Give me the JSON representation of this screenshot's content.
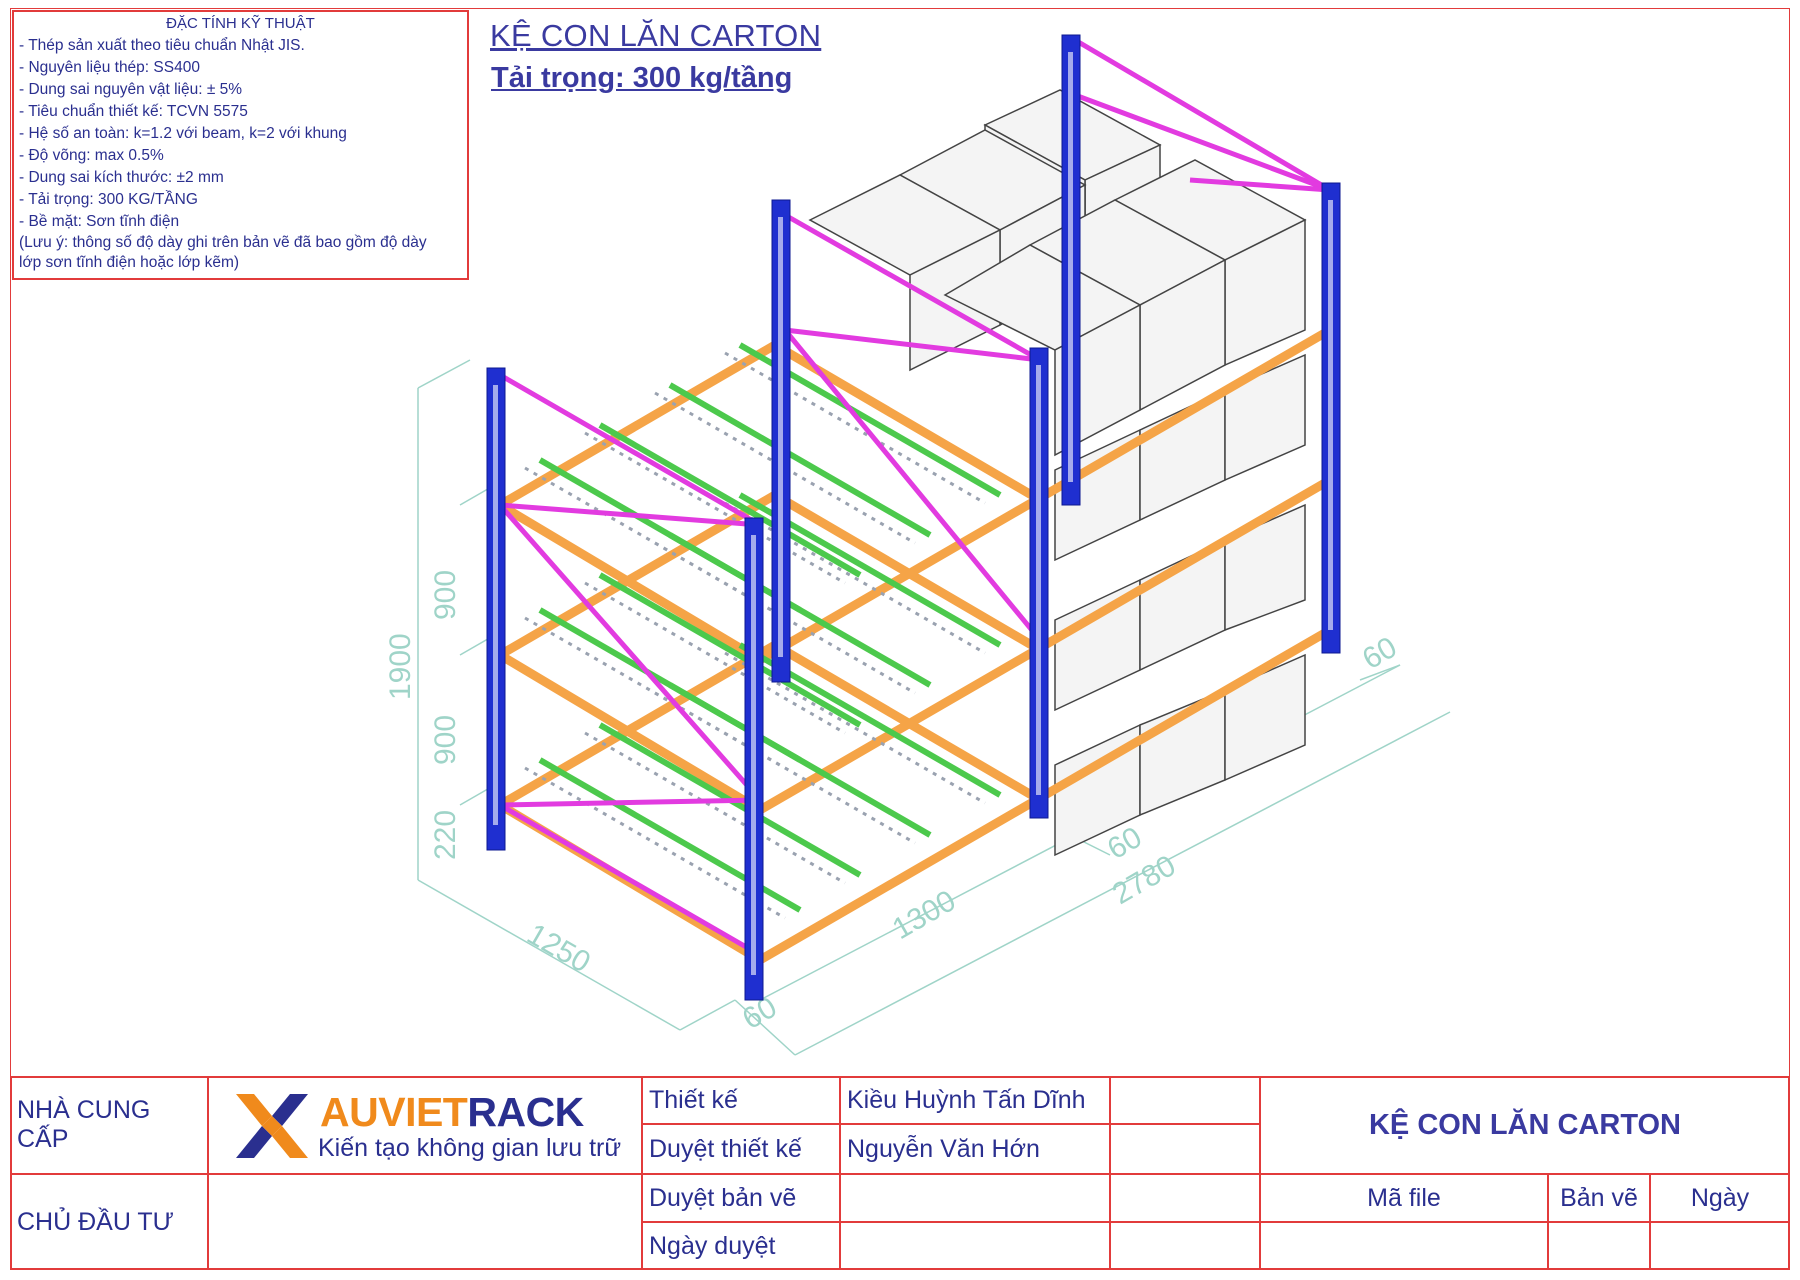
{
  "spec": {
    "title": "ĐẶC TÍNH KỸ THUẬT",
    "lines": [
      "- Thép sản xuất theo tiêu chuẩn Nhật JIS.",
      "- Nguyên liệu thép: SS400",
      "- Dung sai nguyên vật liệu: ± 5%",
      "- Tiêu chuẩn thiết kế: TCVN 5575",
      "- Hệ số an toàn: k=1.2 với beam, k=2 với khung",
      "- Độ võng: max 0.5%",
      "- Dung sai kích thước: ±2 mm",
      "- Tải trọng: 300 KG/TẦNG",
      "- Bề mặt: Sơn tĩnh điện"
    ],
    "note_1": "(Lưu ý: thông số độ dày ghi trên bản vẽ đã bao gồm độ dày",
    "note_2": "lớp sơn tĩnh điện hoặc lớp kẽm)"
  },
  "drawing": {
    "title": "KỆ CON LĂN CARTON",
    "load": "Tải trọng: 300 kg/tầng",
    "dims": {
      "total_height": "1900",
      "level_top": "900",
      "level_mid": "900",
      "level_bottom": "220",
      "depth": "1250",
      "bay_1": "1300",
      "bay_2": "1300",
      "post_a": "60",
      "post_b": "60",
      "post_c": "60",
      "total_length": "2780"
    },
    "colors": {
      "upright": "#1f2fd0",
      "brace": "#e23be0",
      "beam": "#f5a447",
      "roller": "#4cc94c",
      "dim": "#9fd4c8"
    }
  },
  "titleblock": {
    "supplier_label": "NHÀ CUNG CẤP",
    "owner_label": "CHỦ ĐẦU TƯ",
    "brand_a": "AUVIET",
    "brand_b": "RACK",
    "tagline": "Kiến tạo không gian lưu trữ",
    "design_label": "Thiết kế",
    "design_name": "Kiều Huỳnh Tấn Dĩnh",
    "review_label": "Duyệt thiết kế",
    "review_name": "Nguyễn Văn Hớn",
    "drawing_review_label": "Duyệt bản vẽ",
    "approval_date_label": "Ngày duyệt",
    "project_title": "KỆ CON LĂN CARTON",
    "file_code_label": "Mã file",
    "sheet_label": "Bản vẽ",
    "date_label": "Ngày"
  }
}
